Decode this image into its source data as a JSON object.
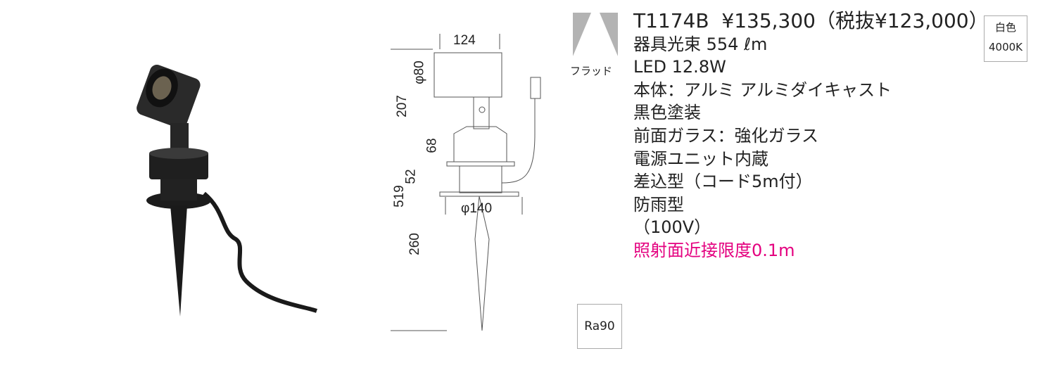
{
  "product": {
    "model": "T1174B",
    "price": "¥135,300",
    "price_excl_tax": "（税抜¥123,000）",
    "specs": [
      "器具光束 554 ℓm",
      "LED 12.8W",
      "本体：アルミ アルミダイキャスト",
      "黒色塗装",
      "前面ガラス：強化ガラス",
      "電源ユニット内蔵",
      "差込型（コード5m付）",
      "防雨型",
      "（100V）"
    ],
    "note": "照射面近接限度0.1m",
    "note_color": "#e4007f"
  },
  "beam": {
    "icon": "flood-beam-icon",
    "label": "フラッド"
  },
  "color_badge": {
    "name": "白色",
    "temp": "4000K"
  },
  "ra_badge": {
    "label": "Ra",
    "value": "90"
  },
  "dimensions": {
    "width": "124",
    "head_dia": "φ80",
    "head_height": "207",
    "body_height": "68",
    "flange_height": "52",
    "total_height": "519",
    "base_dia": "φ140",
    "spike_length": "260"
  }
}
